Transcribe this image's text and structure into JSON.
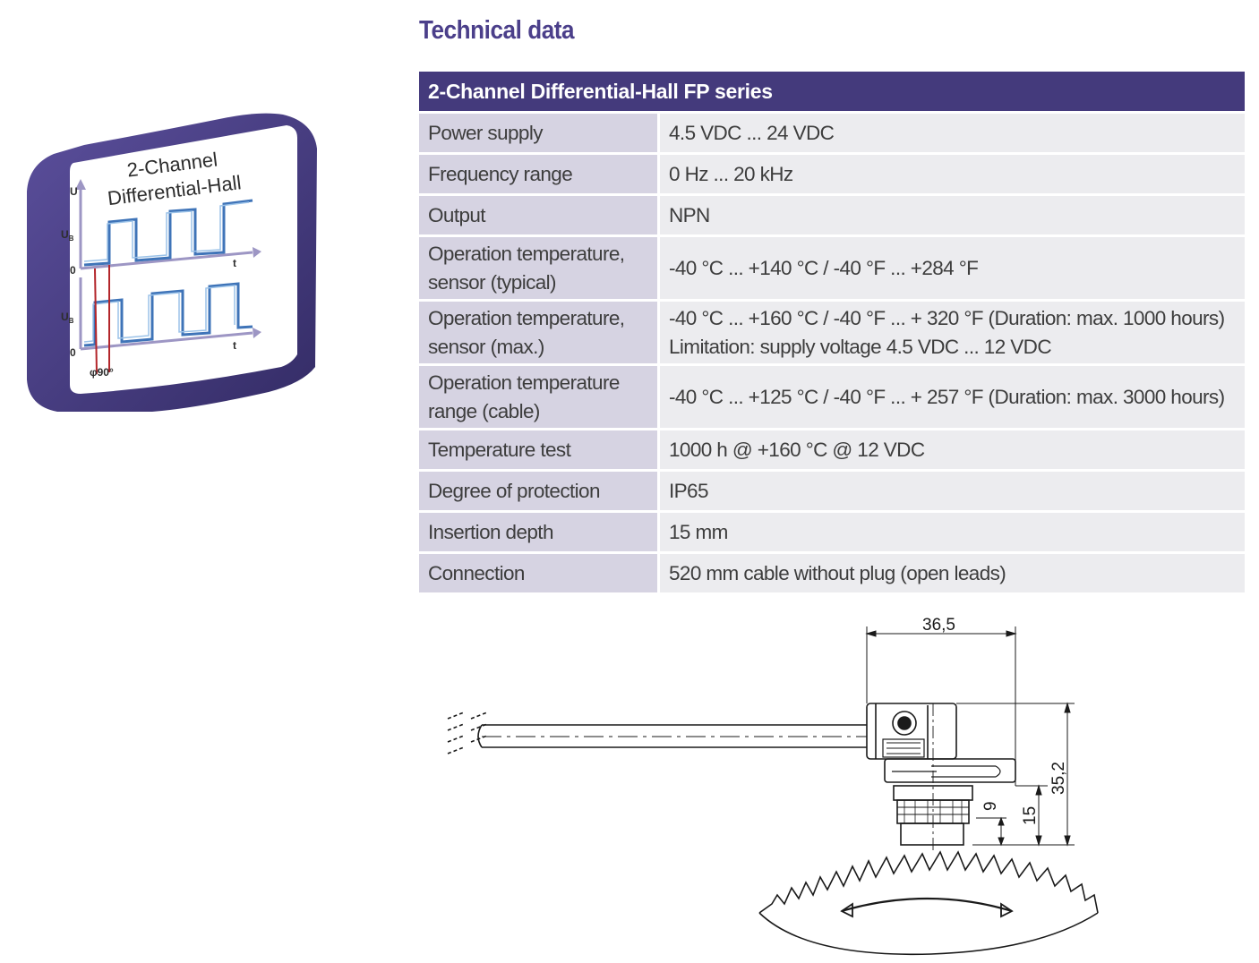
{
  "page": {
    "title": "Technical data"
  },
  "badge": {
    "line1": "2-Channel",
    "line2": "Differential-Hall",
    "axis_u": "U",
    "axis_ub": "U",
    "axis_ub_sub": "B",
    "axis_zero": "0",
    "axis_t": "t",
    "phase_label": "90°",
    "phase_symbol": "φ",
    "frame_color": "#433a7d",
    "signal_color": "#3f74b8",
    "marker_color": "#b3262b"
  },
  "spec_table": {
    "header": "2-Channel Differential-Hall FP series",
    "rows": [
      {
        "label": "Power supply",
        "value": "4.5 VDC ... 24 VDC"
      },
      {
        "label": "Frequency range",
        "value": "0 Hz ... 20 kHz"
      },
      {
        "label": "Output",
        "value": "NPN"
      },
      {
        "label": "Operation temperature, sensor (typical)",
        "value": "-40 °C ... +140 °C / -40 °F ... +284 °F"
      },
      {
        "label": "Operation temperature, sensor (max.)",
        "value": "-40 °C ... +160 °C / -40 °F ... + 320 °F (Duration: max. 1000 hours) Limitation: supply voltage 4.5 VDC ... 12 VDC"
      },
      {
        "label": "Operation temperature range (cable)",
        "value": "-40 °C ... +125 °C / -40 °F ... + 257 °F (Duration: max. 3000 hours)"
      },
      {
        "label": "Temperature test",
        "value": "1000 h @ +160 °C @ 12 VDC"
      },
      {
        "label": "Degree of protection",
        "value": "IP65"
      },
      {
        "label": "Insertion depth",
        "value": "15 mm"
      },
      {
        "label": "Connection",
        "value": "520 mm cable without plug (open leads)"
      }
    ],
    "header_color": "#443a7c",
    "label_bg": "#d6d3e2",
    "value_bg": "#ececef"
  },
  "drawing": {
    "dim_width": "36,5",
    "dim_height": "35,2",
    "dim_insertion": "15",
    "dim_nine": "9"
  }
}
